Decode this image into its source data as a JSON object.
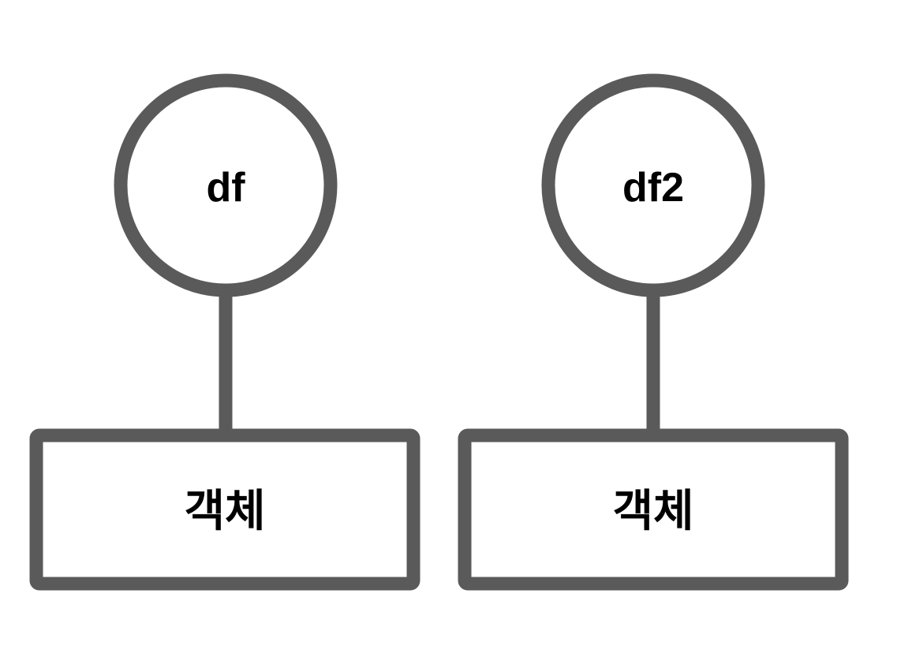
{
  "diagram": {
    "stroke_color": "#5a5a5a",
    "nodes": [
      {
        "variable": "df",
        "object": "객체"
      },
      {
        "variable": "df2",
        "object": "객체"
      }
    ]
  }
}
